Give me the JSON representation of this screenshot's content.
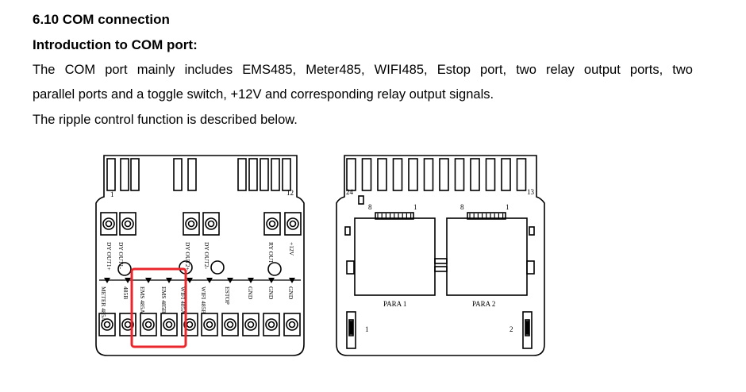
{
  "document": {
    "section_title": "6.10 COM connection",
    "subheading": "Introduction to COM port:",
    "paragraph_line1": "The COM port mainly includes EMS485, Meter485, WIFI485, Estop port, two relay output ports, two",
    "paragraph_line2": "parallel ports and a toggle switch, +12V and corresponding relay output signals.",
    "paragraph_line3": "The ripple control function is described below."
  },
  "figure": {
    "highlight_color": "#e8262b",
    "left_board": {
      "pin_start": "1",
      "pin_end": "12",
      "top_labels": [
        "DY OUT1+",
        "DY OUT1-",
        "DY OUT2+",
        "DY OUT2-",
        "RY OUT",
        "+12V"
      ],
      "bottom_labels": [
        "METER 485A",
        "485B",
        "EMS 485A",
        "EMS 485B",
        "WIFI 485A",
        "WIFI 485B",
        "ESTOP",
        "GND",
        "GND",
        "GND"
      ]
    },
    "right_board": {
      "pin_start": "24",
      "pin_end": "13",
      "connectors": [
        {
          "label": "PARA 1",
          "pin_left": "8",
          "pin_right": "1"
        },
        {
          "label": "PARA 2",
          "pin_left": "8",
          "pin_right": "1"
        }
      ],
      "switch_left_label": "1",
      "switch_right_label": "2"
    }
  }
}
